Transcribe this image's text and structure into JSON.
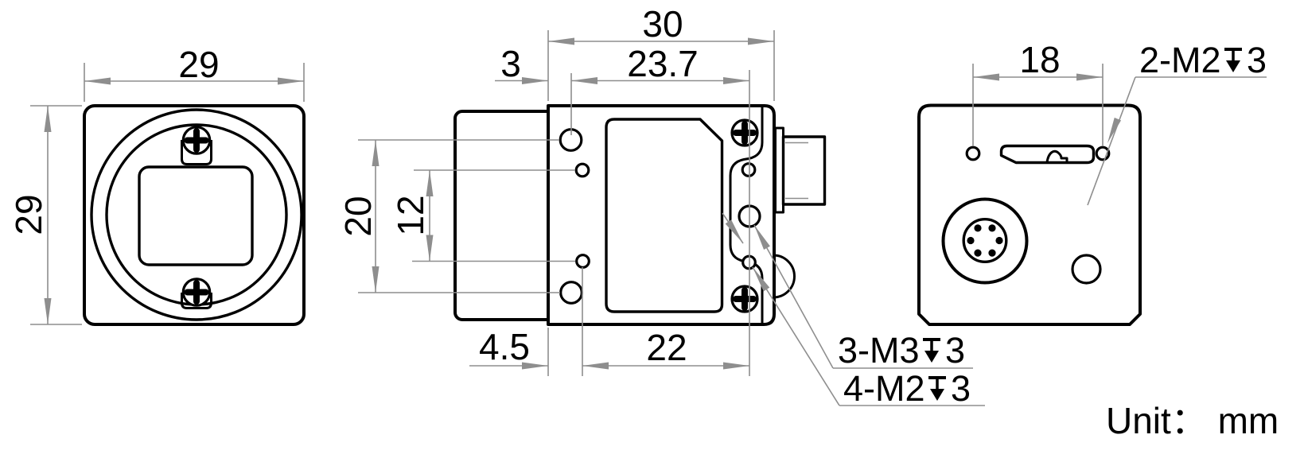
{
  "drawing": {
    "unit_note": "Unit： mm",
    "colors": {
      "object_line": "#000000",
      "dimension_line": "#8e8e8e"
    },
    "views": {
      "front": {
        "width_dim": "29",
        "height_dim": "29"
      },
      "side": {
        "total_width_dim": "30",
        "lens_offset_dim": "3",
        "top_hole_span_dim": "23.7",
        "outer_hole_spacing_dim": "20",
        "inner_hole_spacing_dim": "12",
        "bottom_offset_dim": "4.5",
        "bottom_hole_span_dim": "22",
        "m3_label": {
          "prefix": "3-M3",
          "depth": "3"
        },
        "m2_label": {
          "prefix": "4-M2",
          "depth": "3"
        }
      },
      "back": {
        "hole_span_dim": "18",
        "m2_label": {
          "prefix": "2-M2",
          "depth": "3"
        }
      }
    }
  }
}
